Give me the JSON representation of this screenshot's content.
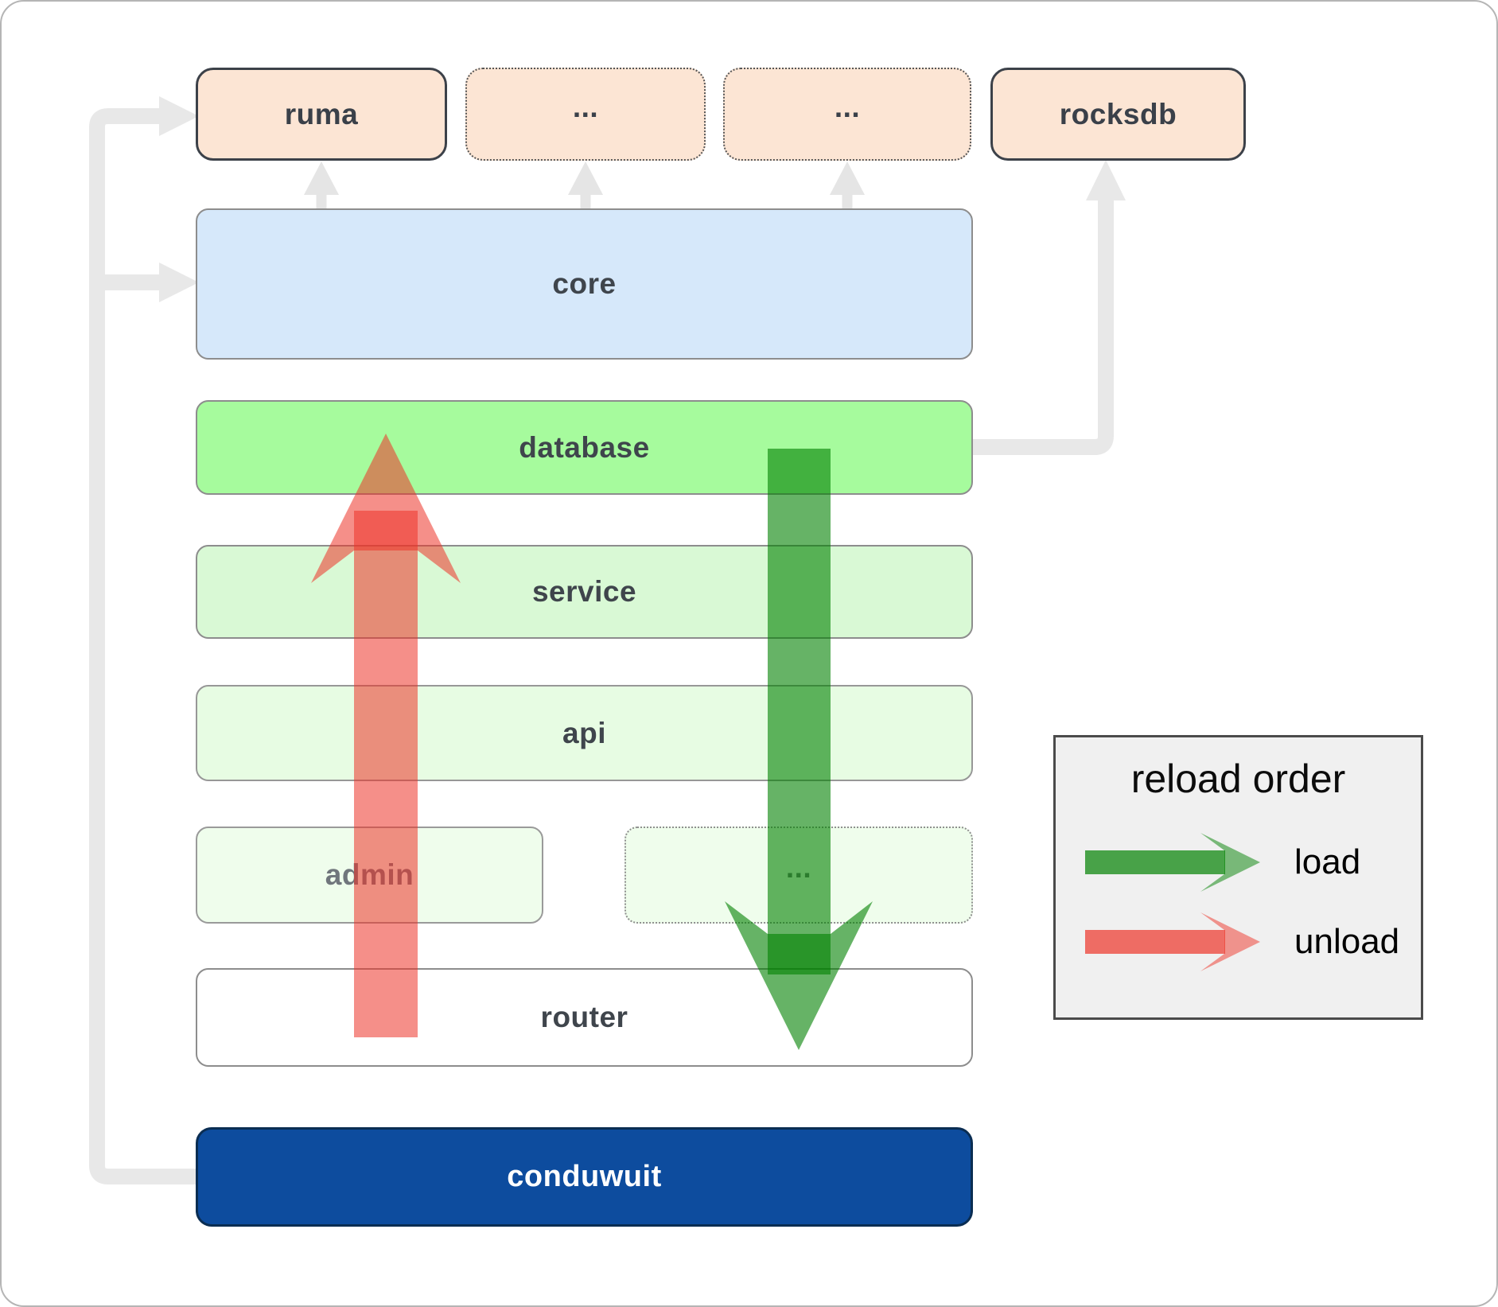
{
  "diagram": {
    "boxes": {
      "ruma": "ruma",
      "dep_more_1": "...",
      "dep_more_2": "...",
      "rocksdb": "rocksdb",
      "core": "core",
      "database": "database",
      "service": "service",
      "api": "api",
      "admin": "admin",
      "service_more": "...",
      "router": "router",
      "conduwuit": "conduwuit"
    },
    "flows": [
      {
        "name": "load",
        "from": "database",
        "to": "router",
        "color": "#008000"
      },
      {
        "name": "unload",
        "from": "router",
        "to": "database",
        "color": "#ed3328"
      }
    ]
  },
  "legend": {
    "title": "reload order",
    "items": [
      {
        "label": "load",
        "color": "#008000"
      },
      {
        "label": "unload",
        "color": "#ed3328"
      }
    ]
  },
  "colors": {
    "connector_gray": "#e8e8e8",
    "box_peach": "#fce5d4",
    "box_blue": "#d6e8fa",
    "box_green_bright": "#a6fb9d",
    "box_green_light": "#d9f9d5",
    "box_green_lighter": "#e7fce3",
    "box_green_faint": "#effdec",
    "box_white": "#ffffff",
    "box_navy": "#0d4c9e",
    "legend_bg": "#f0f0f0",
    "label_dark": "#3f454c"
  }
}
